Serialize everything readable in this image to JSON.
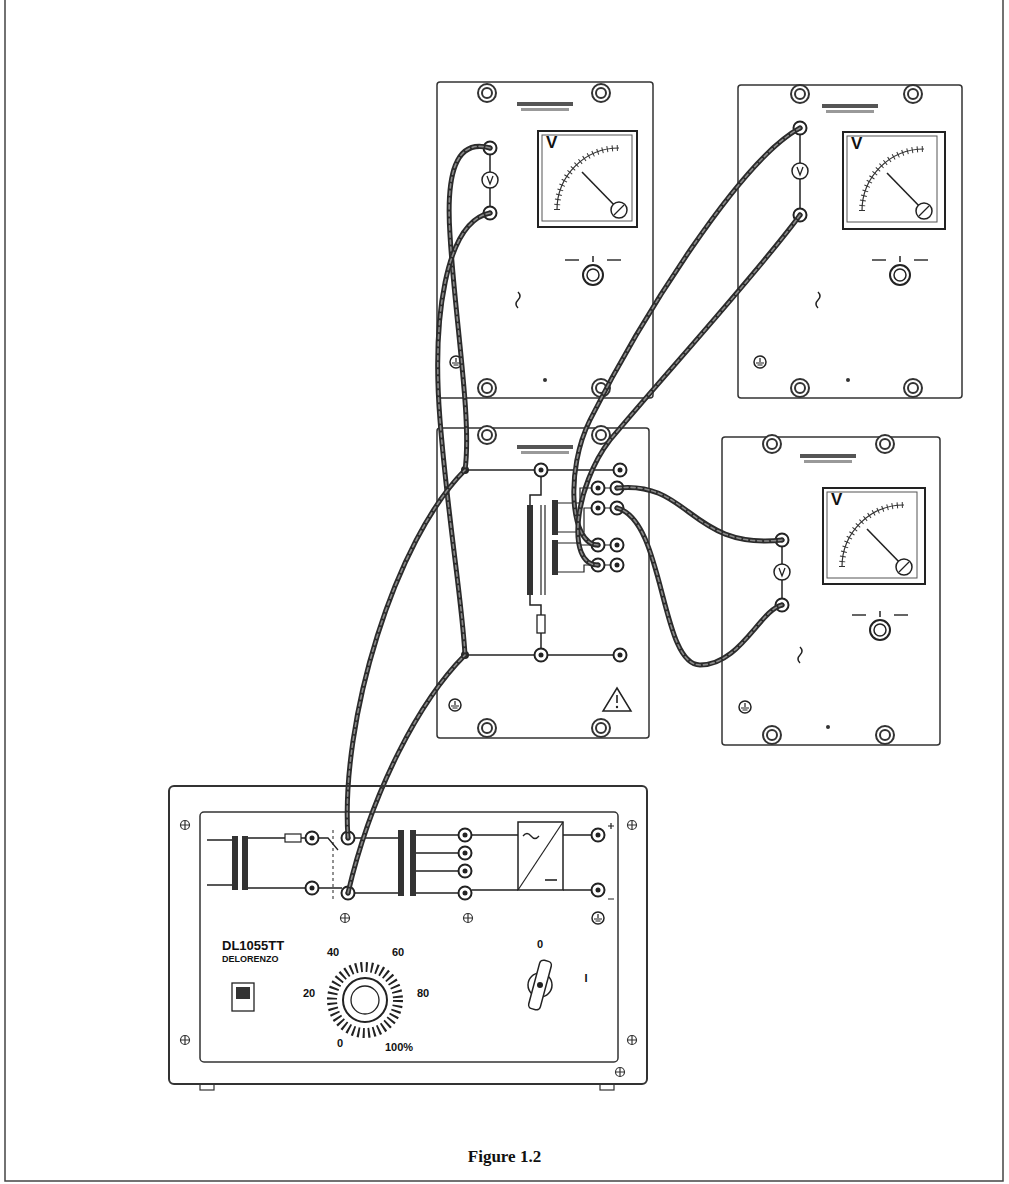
{
  "diagram": {
    "caption": "Figure 1.2",
    "nodes": [
      {
        "text": [
          "V"
        ]
      },
      {
        "text": [
          "V"
        ]
      },
      {
        "text": [
          "V"
        ]
      },
      {
        "text": [
          "DL1055TT",
          "DELORENZO"
        ]
      }
    ],
    "labels": [
      "40",
      "60",
      "20",
      "80",
      "0",
      "100%",
      "0",
      "I"
    ]
  }
}
